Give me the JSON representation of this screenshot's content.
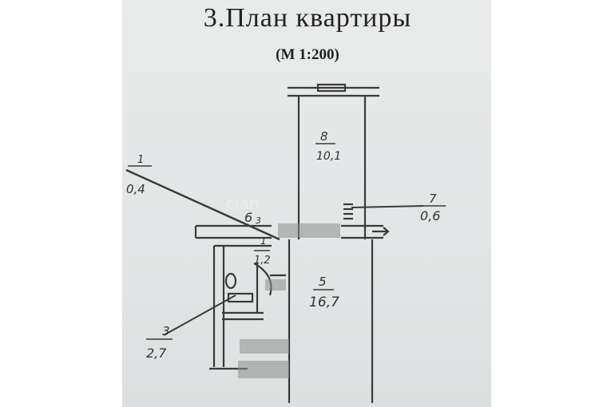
{
  "title": "3.План квартиры",
  "scale": "(М 1:200)",
  "watermark": "cian",
  "rooms": [
    {
      "number": "1",
      "area": "0,4"
    },
    {
      "number": "1",
      "area": "1,2"
    },
    {
      "number": "3",
      "area": "2,7"
    },
    {
      "number": "5",
      "area": "16,7"
    },
    {
      "number": "6",
      "area": "3"
    },
    {
      "number": "7",
      "area": "0,6"
    },
    {
      "number": "8",
      "area": "10,1"
    }
  ]
}
